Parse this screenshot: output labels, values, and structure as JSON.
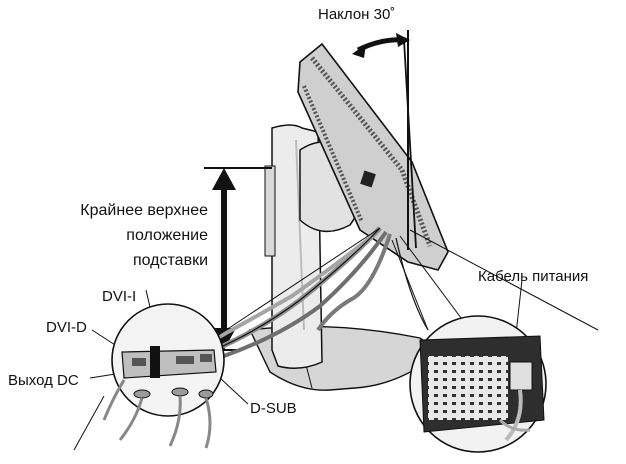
{
  "labels": {
    "tilt": "Наклон 30˚",
    "height_line1": "Крайнее верхнее",
    "height_line2": "положение",
    "height_line3": "подставки",
    "power_cable": "Кабель питания",
    "dvi_i": "DVI-I",
    "dvi_d": "DVI-D",
    "dc_out": "Выход DC",
    "d_sub": "D-SUB"
  },
  "colors": {
    "line": "#111111",
    "monitor_fill": "#d9d9d9",
    "stand_fill": "#e6e6e6",
    "cable_fill": "#9a9a9a",
    "dark": "#1a1a1a"
  }
}
